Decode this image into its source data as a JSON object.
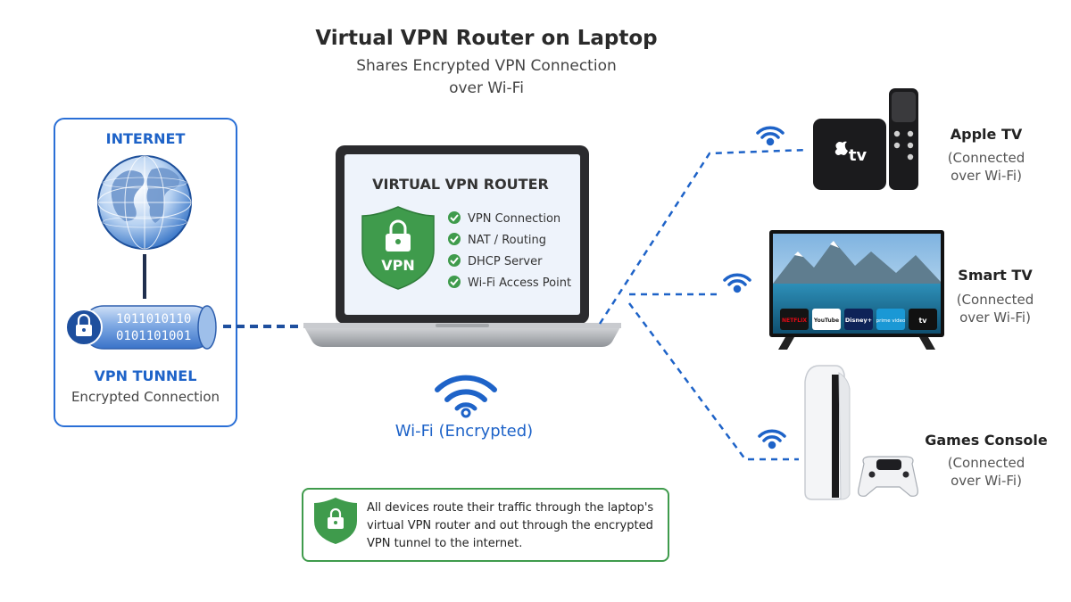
{
  "title": "Virtual VPN Router on Laptop",
  "subtitle_line1": "Shares Encrypted VPN Connection",
  "subtitle_line2": "over Wi-Fi",
  "internet": {
    "label": "INTERNET",
    "binary_line1": "1011010110",
    "binary_line2": "0101101001",
    "tunnel_title": "VPN TUNNEL",
    "tunnel_subtitle": "Encrypted Connection"
  },
  "laptop": {
    "screen_title": "VIRTUAL VPN ROUTER",
    "shield_label": "VPN",
    "features": [
      "VPN Connection",
      "NAT / Routing",
      "DHCP Server",
      "Wi-Fi Access Point"
    ]
  },
  "wifi_label": "Wi-Fi (Encrypted)",
  "devices": [
    {
      "name": "Apple TV",
      "status_line1": "(Connected",
      "status_line2": "over Wi-Fi)",
      "logo_text": "tv"
    },
    {
      "name": "Smart TV",
      "status_line1": "(Connected",
      "status_line2": "over Wi-Fi)",
      "apps": [
        "NETFLIX",
        "YouTube",
        "Disney+",
        "prime video",
        "tv"
      ]
    },
    {
      "name": "Games Console",
      "status_line1": "(Connected",
      "status_line2": "over Wi-Fi)"
    }
  ],
  "info_text_lines": [
    "All devices route their traffic through the laptop's",
    "virtual VPN router and out through the encrypted",
    "VPN tunnel to the internet."
  ],
  "colors": {
    "accent_blue": "#1e63c8",
    "shield_green": "#3f9b4c",
    "line_blue": "#2a6fd6"
  }
}
